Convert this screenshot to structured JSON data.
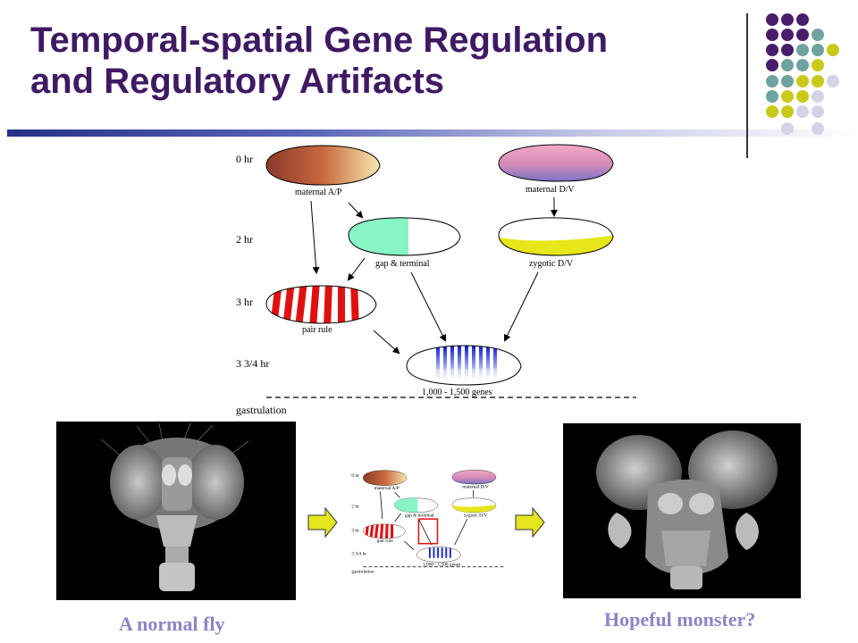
{
  "slide": {
    "title_line1": "Temporal-spatial Gene Regulation",
    "title_line2": "and Regulatory Artifacts"
  },
  "colors": {
    "title": "#3f1a63",
    "dot_purple": "#4a1d6b",
    "dot_teal": "#6fa3a0",
    "dot_yellow": "#c9c91a",
    "dot_lavender": "#d3d3e8",
    "caption": "#8b84c8",
    "arrow_fill": "#e6e61e"
  },
  "diagram": {
    "stages": [
      "0 hr",
      "2 hr",
      "3 hr",
      "3 3/4 hr"
    ],
    "embryos": {
      "maternal_ap": "maternal A/P",
      "maternal_dv": "maternal D/V",
      "gap_terminal": "gap & terminal",
      "zygotic_dv": "zygotic D/V",
      "pair_rule": "pair rule",
      "final_genes": "1,000 - 1,500 genes"
    },
    "gastrulation": "gastrulation"
  },
  "photos": {
    "left_icon": "normal-fly-head-sem-image",
    "right_icon": "mutant-fly-head-sem-image"
  },
  "captions": {
    "left": "A normal fly",
    "right": "Hopeful monster?"
  }
}
